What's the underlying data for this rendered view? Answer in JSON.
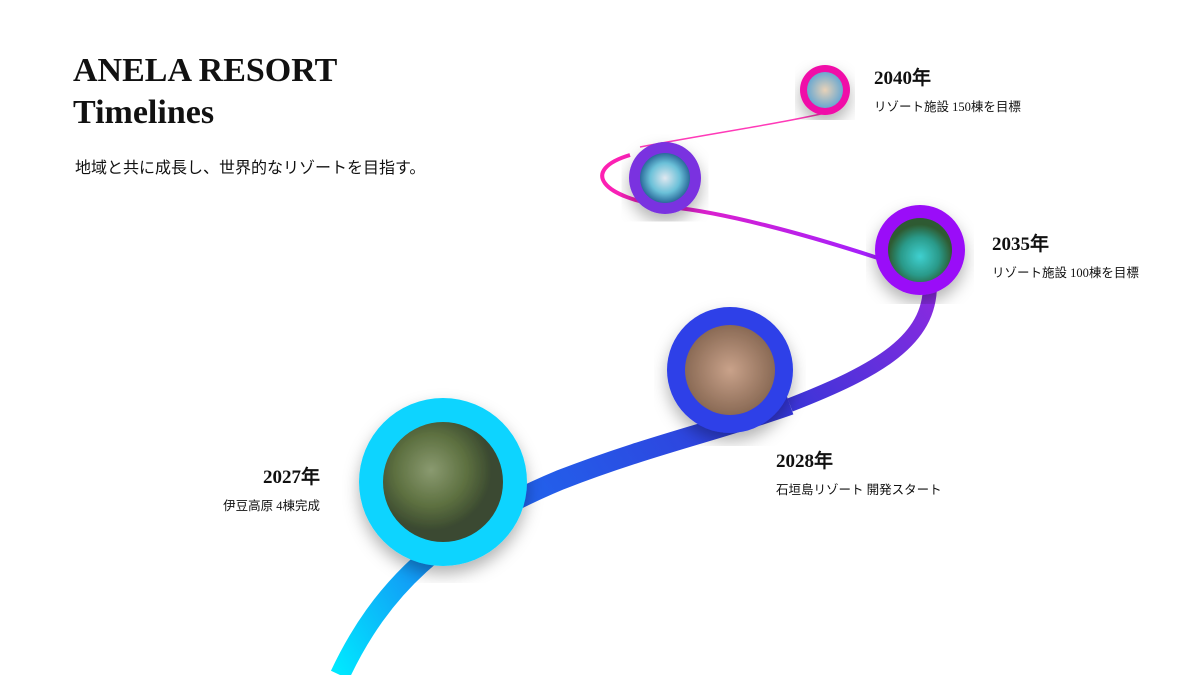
{
  "header": {
    "title_line1": "ANELA RESORT",
    "title_line2": "Timelines",
    "subtitle": "地域と共に成長し、世界的なリゾートを目指す。"
  },
  "milestones": [
    {
      "year": "2027年",
      "desc": "伊豆高原 4棟完成"
    },
    {
      "year": "2028年",
      "desc": "石垣島リゾート 開発スタート"
    },
    {
      "year": "2035年",
      "desc": "リゾート施設 100棟を目標"
    },
    {
      "year": "2040年",
      "desc": "リゾート施設 150棟を目標"
    }
  ],
  "colors": {
    "cyan": "#00e5ff",
    "blue": "#2a3de8",
    "purple": "#8a00ff",
    "magenta": "#ff1fb0"
  }
}
